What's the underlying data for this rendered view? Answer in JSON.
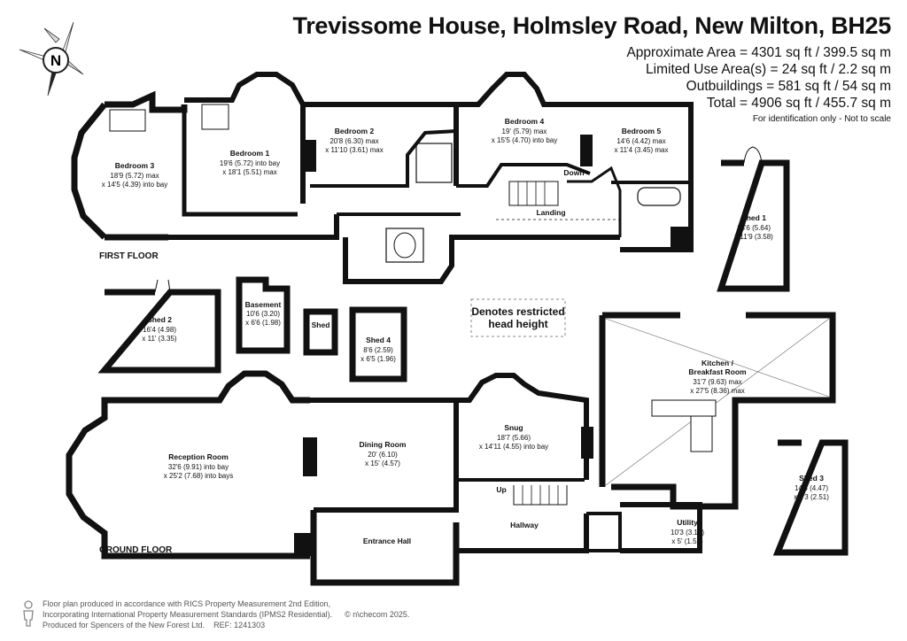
{
  "header": {
    "title": "Trevissome House, Holmsley Road, New Milton, BH25",
    "area_approx": "Approximate Area = 4301 sq ft / 399.5 sq m",
    "area_limited": "Limited Use Area(s) = 24 sq ft / 2.2 sq m",
    "area_outbuildings": "Outbuildings = 581 sq ft / 54 sq m",
    "area_total": "Total = 4906 sq ft / 455.7 sq m",
    "note": "For identification only - Not to scale"
  },
  "compass": {
    "label": "N"
  },
  "floors": {
    "first": "FIRST FLOOR",
    "ground": "GROUND FLOOR"
  },
  "legend": {
    "line1": "Denotes restricted",
    "line2": "head height"
  },
  "rooms": {
    "bedroom3": {
      "name": "Bedroom 3",
      "d1": "18'9 (5.72) max",
      "d2": "x 14'5 (4.39) into bay"
    },
    "bedroom1": {
      "name": "Bedroom 1",
      "d1": "19'6 (5.72) into bay",
      "d2": "x 18'1 (5.51) max"
    },
    "bedroom2": {
      "name": "Bedroom 2",
      "d1": "20'8 (6.30) max",
      "d2": "x 11'10 (3.61) max"
    },
    "bedroom4": {
      "name": "Bedroom 4",
      "d1": "19' (5.79) max",
      "d2": "x 15'5 (4.70) into bay"
    },
    "bedroom5": {
      "name": "Bedroom 5",
      "d1": "14'6 (4.42) max",
      "d2": "x 11'4 (3.45) max"
    },
    "landing": {
      "name": "Landing"
    },
    "down": {
      "name": "Down"
    },
    "shed1": {
      "name": "Shed 1",
      "d1": "18'6 (5.64)",
      "d2": "x 11'9 (3.58)"
    },
    "shed2": {
      "name": "Shed 2",
      "d1": "16'4 (4.98)",
      "d2": "x 11' (3.35)"
    },
    "basement": {
      "name": "Basement",
      "d1": "10'6 (3.20)",
      "d2": "x 6'6 (1.98)"
    },
    "shed": {
      "name": "Shed"
    },
    "shed4": {
      "name": "Shed 4",
      "d1": "8'6 (2.59)",
      "d2": "x 6'5 (1.96)"
    },
    "kitchen": {
      "name1": "Kitchen /",
      "name2": "Breakfast Room",
      "d1": "31'7 (9.63) max",
      "d2": "x 27'5 (8.36) max"
    },
    "reception": {
      "name": "Reception Room",
      "d1": "32'6 (9.91) into bay",
      "d2": "x 25'2 (7.68) into bays"
    },
    "dining": {
      "name": "Dining Room",
      "d1": "20' (6.10)",
      "d2": "x 15' (4.57)"
    },
    "snug": {
      "name": "Snug",
      "d1": "18'7 (5.66)",
      "d2": "x 14'11 (4.55) into bay"
    },
    "up": {
      "name": "Up"
    },
    "hallway": {
      "name": "Hallway"
    },
    "entrance": {
      "name": "Entrance Hall"
    },
    "utility": {
      "name": "Utility",
      "d1": "10'3 (3.12)",
      "d2": "x 5' (1.52)"
    },
    "shed3": {
      "name": "Shed 3",
      "d1": "14'8 (4.47)",
      "d2": "x 8'3 (2.51)"
    }
  },
  "footer": {
    "line1": "Floor plan produced in accordance with RICS Property Measurement 2nd Edition,",
    "line2": "Incorporating International Property Measurement Standards (IPMS2 Residential).",
    "copyright": "© n\\checom 2025.",
    "line3": "Produced for Spencers of the New Forest Ltd.",
    "ref": "REF: 1241303"
  }
}
